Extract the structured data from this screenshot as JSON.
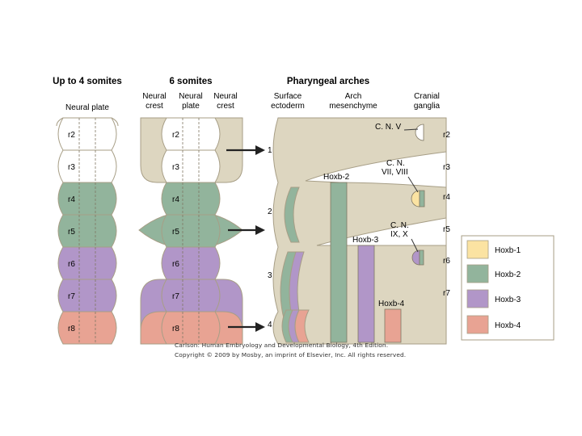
{
  "titles": {
    "stage1": "Up to 4 somites",
    "stage2": "6 somites",
    "stage3": "Pharyngeal arches"
  },
  "subheaders": {
    "neural_plate": "Neural plate",
    "neural_crest_left": [
      "Neural",
      "crest"
    ],
    "neural_plate_mid": [
      "Neural",
      "plate"
    ],
    "neural_crest_right": [
      "Neural",
      "crest"
    ],
    "surface_ectoderm": [
      "Surface",
      "ectoderm"
    ],
    "arch_mesenchyme": [
      "Arch",
      "mesenchyme"
    ],
    "cranial_ganglia": [
      "Cranial",
      "ganglia"
    ]
  },
  "rhombomeres": [
    "r2",
    "r3",
    "r4",
    "r5",
    "r6",
    "r7",
    "r8"
  ],
  "arches": [
    "1",
    "2",
    "3",
    "4"
  ],
  "right_r_labels": [
    "r2",
    "r3",
    "r4",
    "r5",
    "r6",
    "r7"
  ],
  "ganglia": {
    "cn5": "C. N. V",
    "cn78": [
      "C. N.",
      "VII, VIII"
    ],
    "cn910": [
      "C. N.",
      "IX, X"
    ]
  },
  "hox_bars": {
    "hoxb2": "Hoxb-2",
    "hoxb3": "Hoxb-3",
    "hoxb4": "Hoxb-4"
  },
  "legend": [
    {
      "label": "Hoxb-1",
      "color": "#fbe3a2"
    },
    {
      "label": "Hoxb-2",
      "color": "#92b49c"
    },
    {
      "label": "Hoxb-3",
      "color": "#b196c8"
    },
    {
      "label": "Hoxb-4",
      "color": "#e8a393"
    }
  ],
  "colors": {
    "tan": "#ddd6c0",
    "outline": "#a79e86",
    "white": "#ffffff"
  },
  "credit": {
    "line1": "Carlson: Human Embryology and Developmental Biology, 4th Edition.",
    "line2": "Copyright © 2009 by Mosby, an imprint of Elsevier, Inc. All rights reserved."
  }
}
